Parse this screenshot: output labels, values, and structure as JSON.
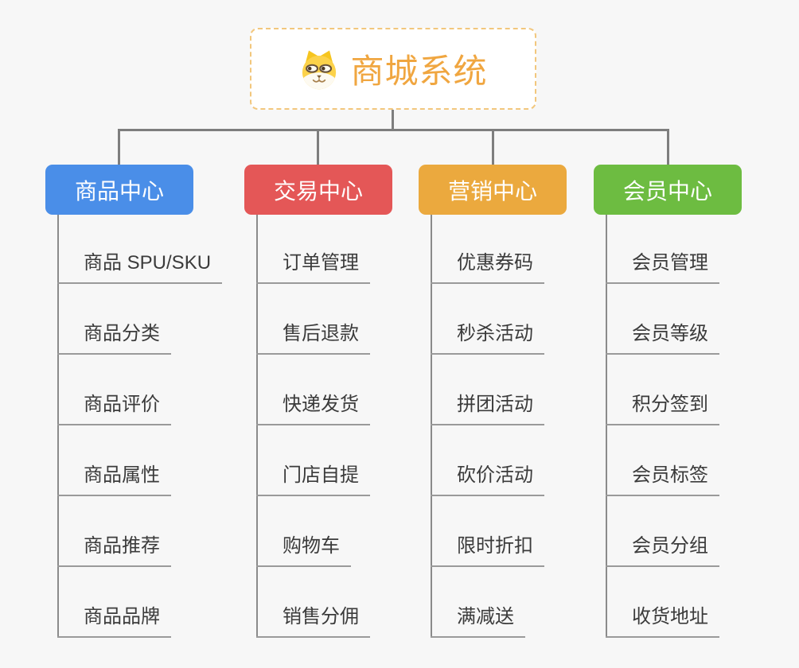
{
  "root": {
    "title": "商城系统",
    "icon": "dog-face-icon",
    "text_color": "#f0a640",
    "border_color": "#f2c77d",
    "background": "#ffffff"
  },
  "branches": [
    {
      "label": "商品中心",
      "color": "#4a8ee8",
      "leaves": [
        "商品 SPU/SKU",
        "商品分类",
        "商品评价",
        "商品属性",
        "商品推荐",
        "商品品牌"
      ]
    },
    {
      "label": "交易中心",
      "color": "#e45757",
      "leaves": [
        "订单管理",
        "售后退款",
        "快递发货",
        "门店自提",
        "购物车",
        "销售分佣"
      ]
    },
    {
      "label": "营销中心",
      "color": "#eba93e",
      "leaves": [
        "优惠券码",
        "秒杀活动",
        "拼团活动",
        "砍价活动",
        "限时折扣",
        "满减送"
      ]
    },
    {
      "label": "会员中心",
      "color": "#6dbc41",
      "leaves": [
        "会员管理",
        "会员等级",
        "积分签到",
        "会员标签",
        "会员分组",
        "收货地址"
      ]
    }
  ],
  "colors": {
    "canvas_background": "#f7f7f7",
    "connector_line": "#7e7e7e",
    "leaf_underline": "#9a9a9a",
    "leaf_text": "#3b3b3b"
  }
}
